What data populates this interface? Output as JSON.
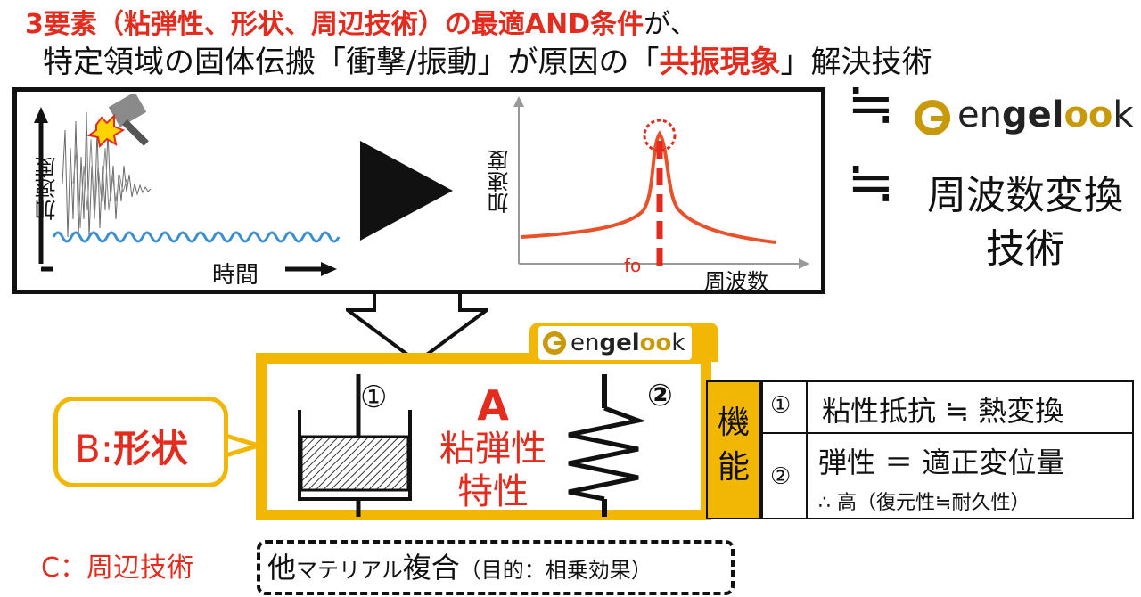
{
  "header": {
    "line1_red": "3要素（粘弾性、形状、周辺技術）の最適AND条件",
    "line1_tail": "が、",
    "line2_prefix": "特定領域の固体伝搬「衝撃/振動」が原因の「",
    "line2_red": "共振現象",
    "line2_suffix": "」解決技術"
  },
  "top_panel": {
    "left_ylabel": "加速度",
    "left_xlabel": "時間",
    "right_ylabel": "加速度",
    "right_xlabel": "周波数",
    "peak_label": "fo"
  },
  "right_side": {
    "approx1": "≒",
    "logo": {
      "pre": "en",
      "bold": "gel",
      "oo": "oo",
      "post": "k"
    },
    "approx2": "≒",
    "freq_tech_line1": "周波数変換",
    "freq_tech_line2": "技術"
  },
  "element_b": {
    "prefix": "B:",
    "bold": "形状"
  },
  "model": {
    "logo": {
      "pre": "en",
      "bold": "gel",
      "oo": "oo",
      "post": "k"
    },
    "num1": "①",
    "num2": "②",
    "letter": "A",
    "line1": "粘弾性",
    "line2": "特性"
  },
  "function_table": {
    "side_label_1": "機",
    "side_label_2": "能",
    "rows": [
      {
        "num": "①",
        "text": "粘性抵抗 ≒ 熱変換",
        "sub": ""
      },
      {
        "num": "②",
        "text": "弾性 ＝ 適正変位量",
        "sub": "∴ 高（復元性≒耐久性）"
      }
    ]
  },
  "element_c": {
    "label": "C：周辺技術",
    "big": "他",
    "katakana": "マテリアル",
    "main": "複合",
    "note": "（目的：相乗効果）"
  },
  "colors": {
    "red": "#e32b1e",
    "yellow": "#f2b705",
    "wave": "#3a8fd0",
    "curve": "#e8512a"
  }
}
